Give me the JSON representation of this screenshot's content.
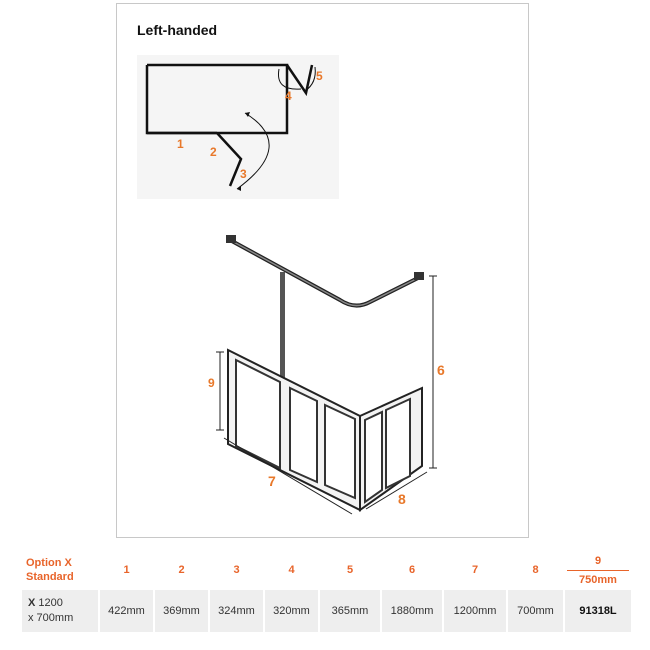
{
  "diagram": {
    "title": "Left-handed",
    "plan_labels": [
      "1",
      "2",
      "3",
      "4",
      "5"
    ],
    "iso_labels": {
      "height_total": "6",
      "width": "7",
      "depth": "8",
      "panel_height": "9"
    },
    "accent_color": "#e8782a"
  },
  "table": {
    "option_title": "Option X",
    "option_subtitle": "Standard",
    "columns": [
      "1",
      "2",
      "3",
      "4",
      "5",
      "6",
      "7",
      "8"
    ],
    "col9_label": "9",
    "col9_value": "750mm",
    "rows": [
      {
        "size_prefix": "X",
        "size_line1": "1200",
        "size_line2": "x 700mm",
        "values": [
          "422mm",
          "369mm",
          "324mm",
          "320mm",
          "365mm",
          "1880mm",
          "1200mm",
          "700mm"
        ],
        "code": "91318L"
      }
    ]
  }
}
